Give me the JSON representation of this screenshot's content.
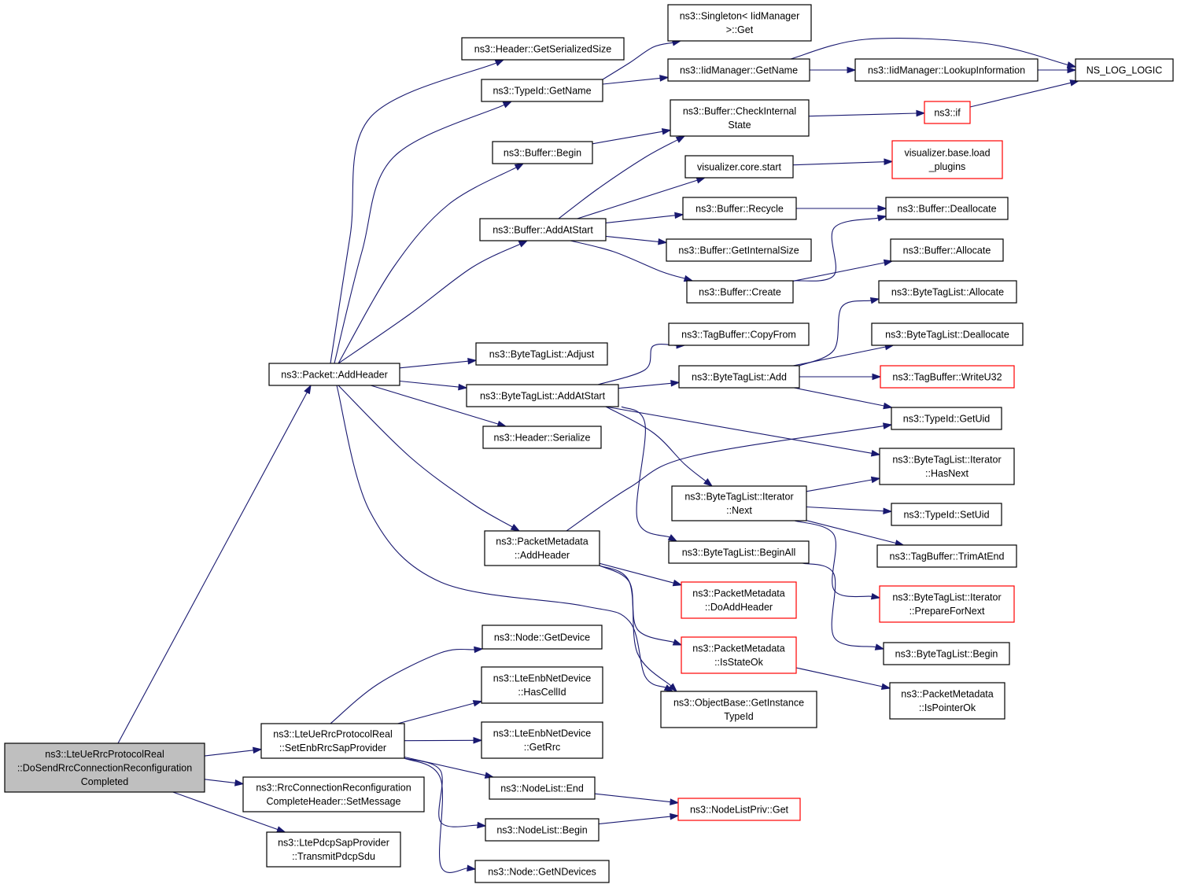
{
  "nodes": [
    {
      "id": "root",
      "lines": [
        "ns3::LteUeRrcProtocolReal",
        "::DoSendRrcConnectionReconfiguration",
        "Completed"
      ],
      "style": "root"
    },
    {
      "id": "addHeader",
      "lines": [
        "ns3::Packet::AddHeader"
      ],
      "style": "normal"
    },
    {
      "id": "setEnbRrcSap",
      "lines": [
        "ns3::LteUeRrcProtocolReal",
        "::SetEnbRrcSapProvider"
      ],
      "style": "normal"
    },
    {
      "id": "rrcSetMsg",
      "lines": [
        "ns3::RrcConnectionReconfiguration",
        "CompleteHeader::SetMessage"
      ],
      "style": "normal"
    },
    {
      "id": "transmitPdcp",
      "lines": [
        "ns3::LtePdcpSapProvider",
        "::TransmitPdcpSdu"
      ],
      "style": "normal"
    },
    {
      "id": "hdrGetSerSize",
      "lines": [
        "ns3::Header::GetSerializedSize"
      ],
      "style": "normal"
    },
    {
      "id": "typeIdGetName",
      "lines": [
        "ns3::TypeId::GetName"
      ],
      "style": "normal"
    },
    {
      "id": "bufferBegin",
      "lines": [
        "ns3::Buffer::Begin"
      ],
      "style": "normal"
    },
    {
      "id": "bufferAddAtStart",
      "lines": [
        "ns3::Buffer::AddAtStart"
      ],
      "style": "normal"
    },
    {
      "id": "btlAdjust",
      "lines": [
        "ns3::ByteTagList::Adjust"
      ],
      "style": "normal"
    },
    {
      "id": "btlAddAtStart",
      "lines": [
        "ns3::ByteTagList::AddAtStart"
      ],
      "style": "normal"
    },
    {
      "id": "hdrSerialize",
      "lines": [
        "ns3::Header::Serialize"
      ],
      "style": "normal"
    },
    {
      "id": "pmAddHeader",
      "lines": [
        "ns3::PacketMetadata",
        "::AddHeader"
      ],
      "style": "normal"
    },
    {
      "id": "nodeGetDevice",
      "lines": [
        "ns3::Node::GetDevice"
      ],
      "style": "normal"
    },
    {
      "id": "enbHasCellId",
      "lines": [
        "ns3::LteEnbNetDevice",
        "::HasCellId"
      ],
      "style": "normal"
    },
    {
      "id": "enbGetRrc",
      "lines": [
        "ns3::LteEnbNetDevice",
        "::GetRrc"
      ],
      "style": "normal"
    },
    {
      "id": "nodeListEnd",
      "lines": [
        "ns3::NodeList::End"
      ],
      "style": "normal"
    },
    {
      "id": "nodeListBegin",
      "lines": [
        "ns3::NodeList::Begin"
      ],
      "style": "normal"
    },
    {
      "id": "nodeGetNDevices",
      "lines": [
        "ns3::Node::GetNDevices"
      ],
      "style": "normal"
    },
    {
      "id": "singletonGet",
      "lines": [
        "ns3::Singleton< IidManager",
        ">::Get"
      ],
      "style": "normal"
    },
    {
      "id": "iidGetName",
      "lines": [
        "ns3::IidManager::GetName"
      ],
      "style": "normal"
    },
    {
      "id": "bufCheckInternal",
      "lines": [
        "ns3::Buffer::CheckInternal",
        "State"
      ],
      "style": "normal"
    },
    {
      "id": "vizCoreStart",
      "lines": [
        "visualizer.core.start"
      ],
      "style": "normal"
    },
    {
      "id": "bufRecycle",
      "lines": [
        "ns3::Buffer::Recycle"
      ],
      "style": "normal"
    },
    {
      "id": "bufGetInternalSize",
      "lines": [
        "ns3::Buffer::GetInternalSize"
      ],
      "style": "normal"
    },
    {
      "id": "bufCreate",
      "lines": [
        "ns3::Buffer::Create"
      ],
      "style": "normal"
    },
    {
      "id": "tagBufCopyFrom",
      "lines": [
        "ns3::TagBuffer::CopyFrom"
      ],
      "style": "normal"
    },
    {
      "id": "btlAdd",
      "lines": [
        "ns3::ByteTagList::Add"
      ],
      "style": "normal"
    },
    {
      "id": "btlIterNext",
      "lines": [
        "ns3::ByteTagList::Iterator",
        "::Next"
      ],
      "style": "normal"
    },
    {
      "id": "btlBeginAll",
      "lines": [
        "ns3::ByteTagList::BeginAll"
      ],
      "style": "normal"
    },
    {
      "id": "pmDoAddHeader",
      "lines": [
        "ns3::PacketMetadata",
        "::DoAddHeader"
      ],
      "style": "red"
    },
    {
      "id": "pmIsStateOk",
      "lines": [
        "ns3::PacketMetadata",
        "::IsStateOk"
      ],
      "style": "red"
    },
    {
      "id": "objGetInstTypeId",
      "lines": [
        "ns3::ObjectBase::GetInstance",
        "TypeId"
      ],
      "style": "normal"
    },
    {
      "id": "nodeListPrivGet",
      "lines": [
        "ns3::NodeListPriv::Get"
      ],
      "style": "red"
    },
    {
      "id": "iidLookupInfo",
      "lines": [
        "ns3::IidManager::LookupInformation"
      ],
      "style": "normal"
    },
    {
      "id": "nsLogLogic",
      "lines": [
        "NS_LOG_LOGIC"
      ],
      "style": "normal"
    },
    {
      "id": "ns3If",
      "lines": [
        "ns3::if"
      ],
      "style": "red"
    },
    {
      "id": "vizLoadPlugins",
      "lines": [
        "visualizer.base.load",
        "_plugins"
      ],
      "style": "red"
    },
    {
      "id": "bufDeallocate",
      "lines": [
        "ns3::Buffer::Deallocate"
      ],
      "style": "normal"
    },
    {
      "id": "bufAllocate",
      "lines": [
        "ns3::Buffer::Allocate"
      ],
      "style": "normal"
    },
    {
      "id": "btlAllocate",
      "lines": [
        "ns3::ByteTagList::Allocate"
      ],
      "style": "normal"
    },
    {
      "id": "btlDeallocate",
      "lines": [
        "ns3::ByteTagList::Deallocate"
      ],
      "style": "normal"
    },
    {
      "id": "tagBufWriteU32",
      "lines": [
        "ns3::TagBuffer::WriteU32"
      ],
      "style": "red"
    },
    {
      "id": "typeIdGetUid",
      "lines": [
        "ns3::TypeId::GetUid"
      ],
      "style": "normal"
    },
    {
      "id": "btlIterHasNext",
      "lines": [
        "ns3::ByteTagList::Iterator",
        "::HasNext"
      ],
      "style": "normal"
    },
    {
      "id": "typeIdSetUid",
      "lines": [
        "ns3::TypeId::SetUid"
      ],
      "style": "normal"
    },
    {
      "id": "tagBufTrimAtEnd",
      "lines": [
        "ns3::TagBuffer::TrimAtEnd"
      ],
      "style": "normal"
    },
    {
      "id": "btlIterPrepNext",
      "lines": [
        "ns3::ByteTagList::Iterator",
        "::PrepareForNext"
      ],
      "style": "red"
    },
    {
      "id": "btlBegin",
      "lines": [
        "ns3::ByteTagList::Begin"
      ],
      "style": "normal"
    },
    {
      "id": "pmIsPointerOk",
      "lines": [
        "ns3::PacketMetadata",
        "::IsPointerOk"
      ],
      "style": "normal"
    }
  ]
}
